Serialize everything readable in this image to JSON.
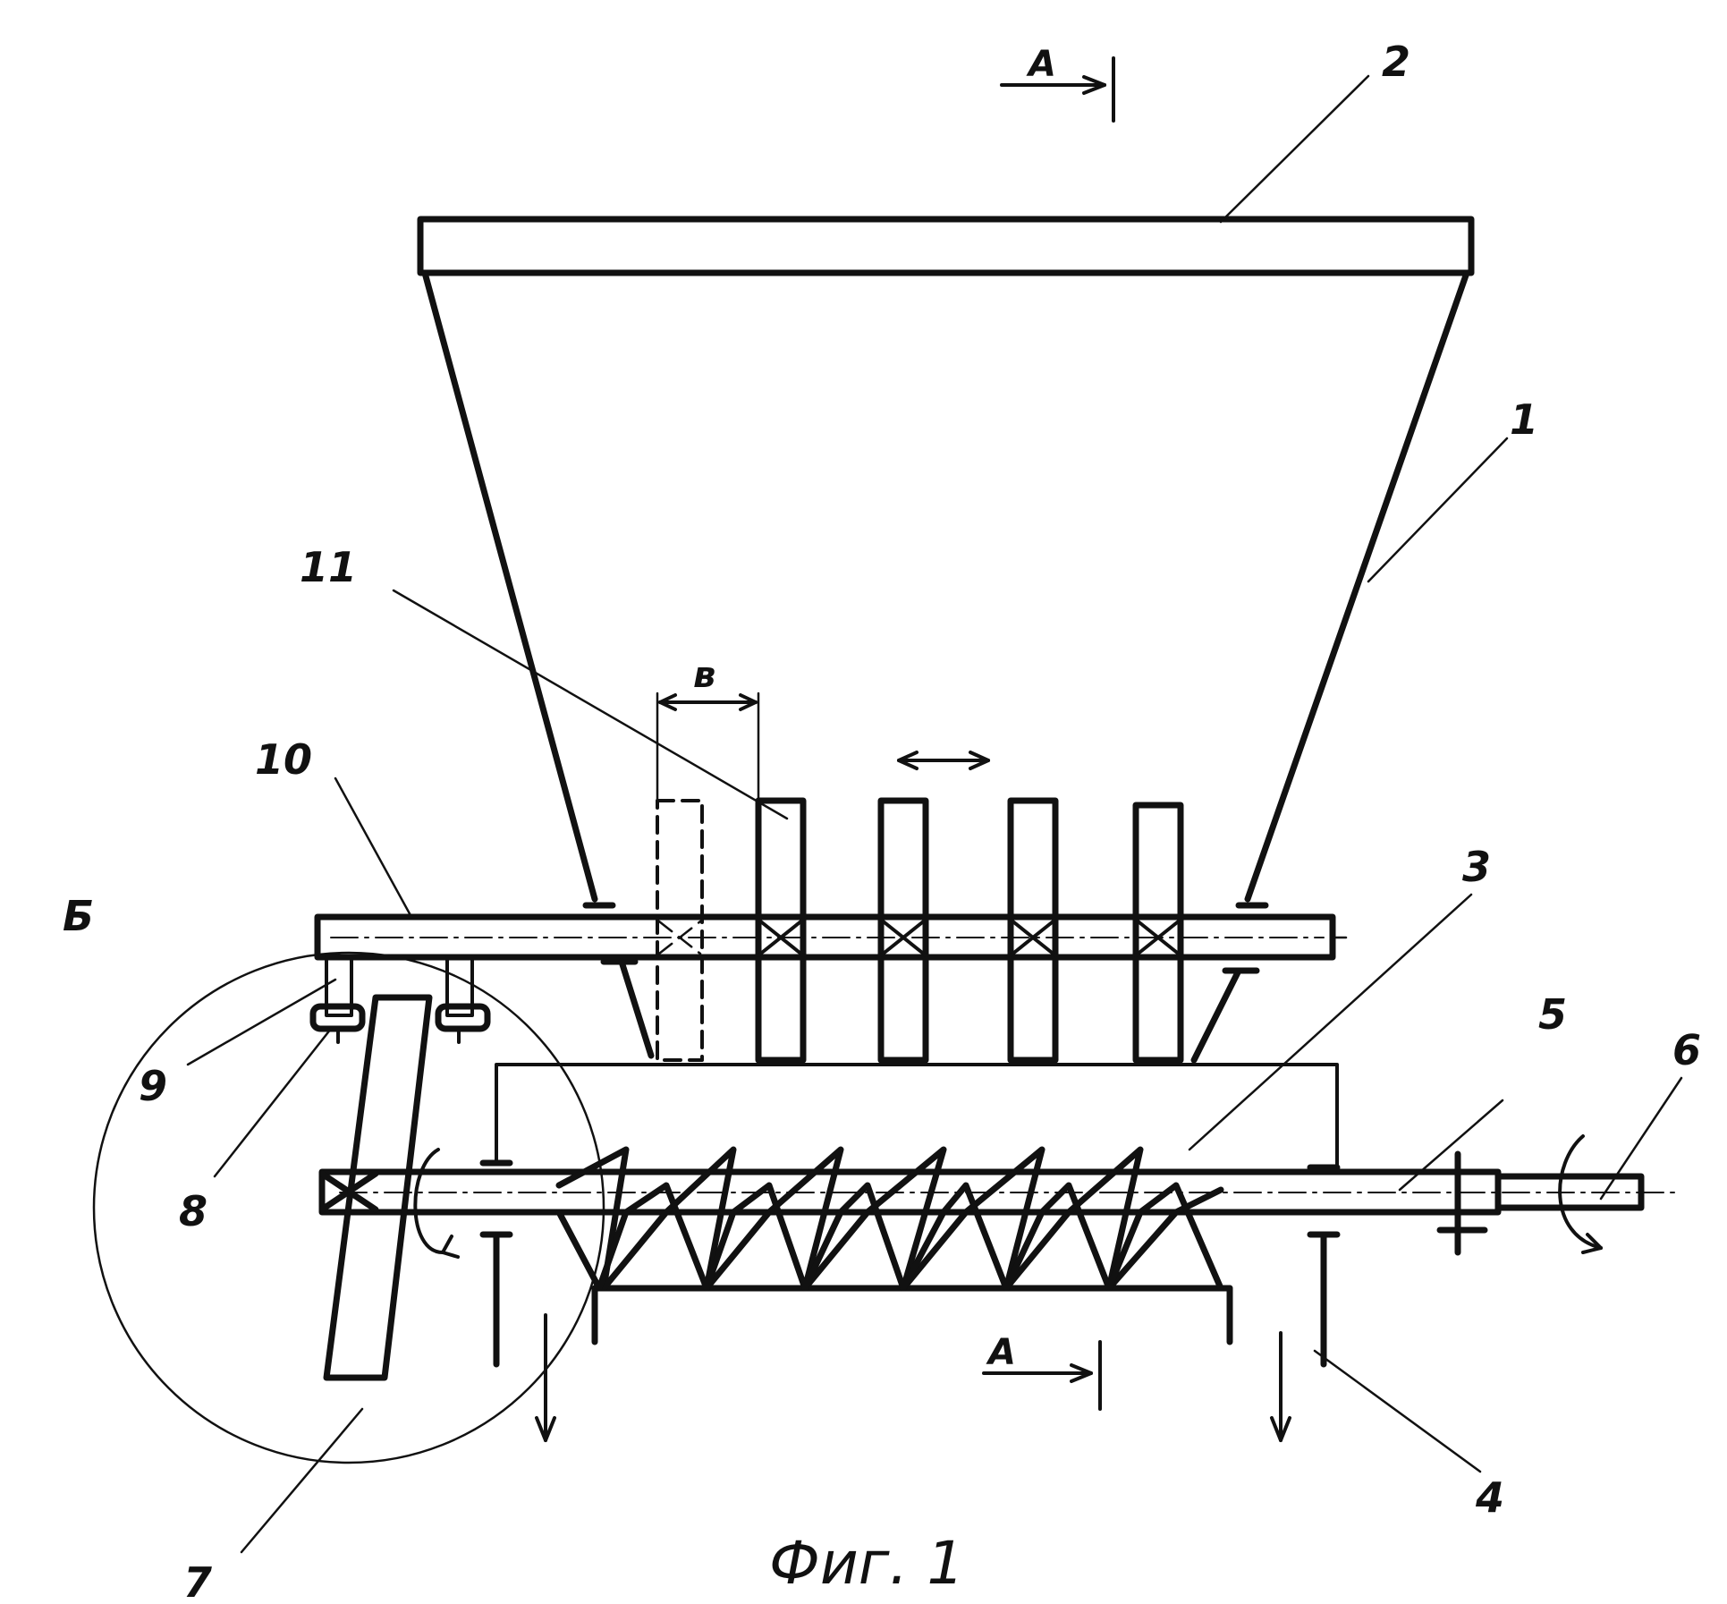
{
  "labels": {
    "n1": "1",
    "n2": "2",
    "n3": "3",
    "n4": "4",
    "n5": "5",
    "n6": "6",
    "n7": "7",
    "n8": "8",
    "n9": "9",
    "n10": "10",
    "n11": "11",
    "section_top": "А",
    "section_bottom": "А",
    "detail_b": "Б",
    "dim_v": "в",
    "caption": "Фиг. 1"
  }
}
